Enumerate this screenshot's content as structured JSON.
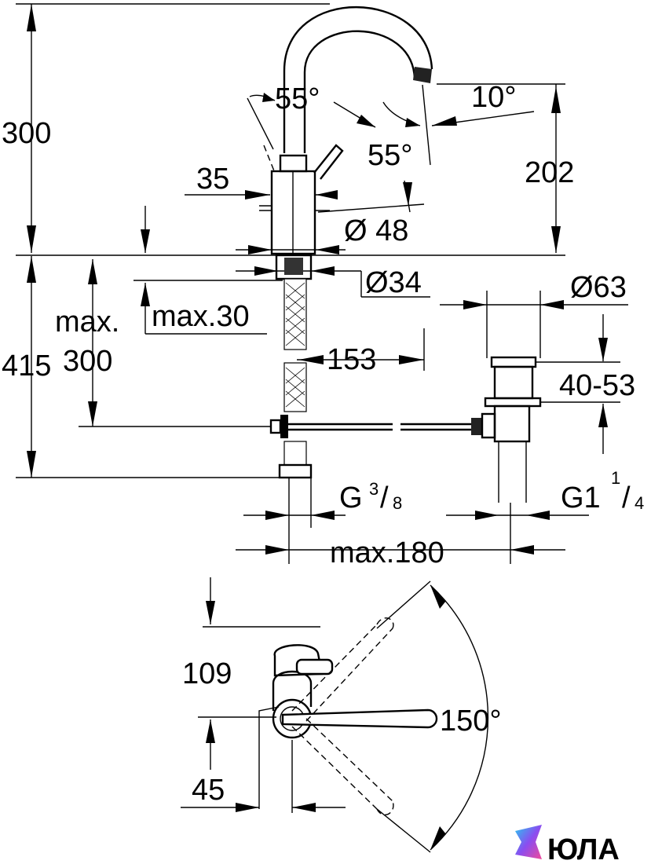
{
  "dimensions": {
    "height_total": "300",
    "angle_lever_left": "55°",
    "angle_lever_right": "55°",
    "angle_spout": "10°",
    "spout_height": "202",
    "lever_offset": "35",
    "body_diameter": "Ø 48",
    "hole_diameter": "Ø34",
    "deck_max": "max.30",
    "below_max_label": "max.",
    "below_300": "300",
    "below_415": "415",
    "waste_diameter": "Ø63",
    "reach_153": "153",
    "waste_range": "40-53",
    "thread_left": "G",
    "thread_left_num": "3",
    "thread_left_den": "8",
    "thread_right": "G1",
    "thread_right_num": "1",
    "thread_right_den": "4",
    "max_180": "max.180",
    "top_view_109": "109",
    "top_view_45": "45",
    "angle_150": "150°"
  },
  "brand": {
    "logo_text": "ЮЛА"
  }
}
